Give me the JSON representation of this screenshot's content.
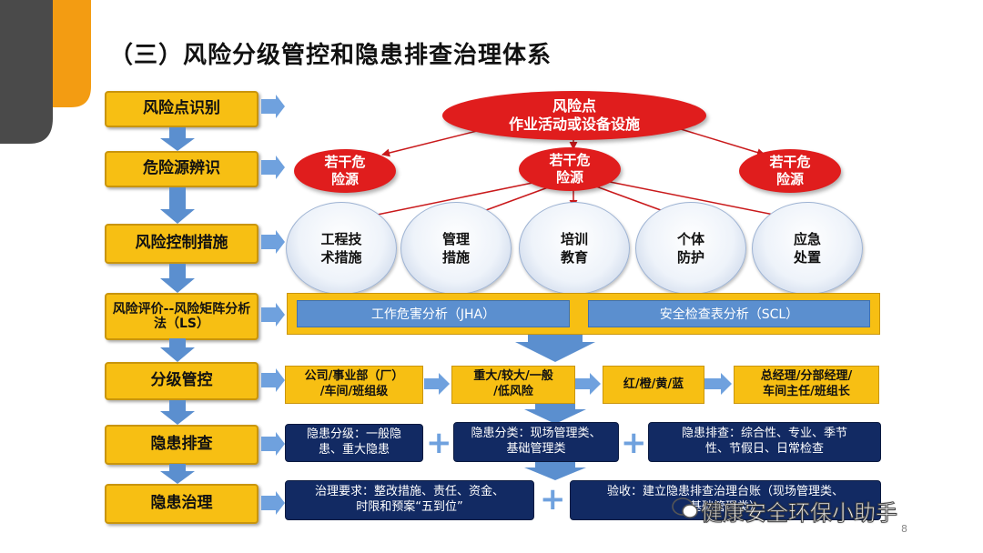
{
  "title": "（三）风险分级管控和隐患排查治理体系",
  "steps": [
    "风险点识别",
    "危险源辨识",
    "风险控制措施",
    "风险评价--风险矩阵分析法（LS）",
    "分级管控",
    "隐患排查",
    "隐患治理"
  ],
  "risk_point": {
    "line1": "风险点",
    "line2": "作业活动或设备设施"
  },
  "hazards": {
    "left": "若干危\n险源",
    "center": "若干危\n险源",
    "right": "若干危\n险源"
  },
  "measures": [
    "工程技\n术措施",
    "管理\n措施",
    "培训\n教育",
    "个体\n防护",
    "应急\n处置"
  ],
  "analysis": {
    "jha": "工作危害分析（JHA）",
    "scl": "安全检查表分析（SCL）"
  },
  "grading": [
    "公司/事业部（厂）\n/车间/班组级",
    "重大/较大/一般\n/低风险",
    "红/橙/黄/蓝",
    "总经理/分部经理/\n车间主任/班组长"
  ],
  "inspection": [
    "隐患分级：一般隐\n患、重大隐患",
    "隐患分类：现场管理类、\n基础管理类",
    "隐患排查：综合性、专业、季节\n性、节假日、日常检查"
  ],
  "treatment": [
    "治理要求：整改措施、责任、资金、\n时限和预案“五到位”",
    "验收：建立隐患排查治理台账（现场管理类、\n基础管理类）"
  ],
  "plus_symbol": "+",
  "watermark": "健康安全环保小助手",
  "page_number": "8",
  "colors": {
    "accent_orange": "#f39c12",
    "step_yellow": "#f7bf13",
    "hazard_red": "#e01d1d",
    "bar_blue": "#5b8fcf",
    "dark_navy": "#122a63",
    "arrow_blue": "#5b8fcf"
  }
}
